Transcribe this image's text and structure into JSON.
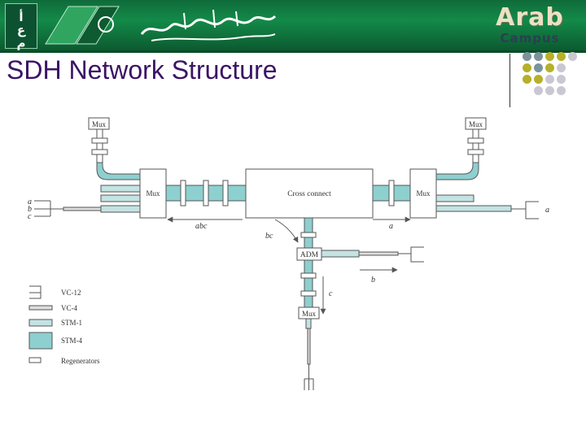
{
  "slide": {
    "title": "SDH Network Structure"
  },
  "header": {
    "logo_letters": [
      "ﺃ",
      "ﻉ",
      "ﻡ"
    ],
    "brand_word_1": "Arab",
    "brand_word_2": "Campus"
  },
  "colors": {
    "banner_green": "#138a48",
    "title_purple": "#3a1466",
    "stm_fill": "#8ecfcf",
    "stm_light": "#c4e3e3",
    "dot_olive": "#b6b02a",
    "dot_slate": "#7b939c",
    "dot_grey": "#c9c8d2"
  },
  "diagram": {
    "mux_top_left": "Mux",
    "mux_top_right": "Mux",
    "mux_left": "Mux",
    "mux_right": "Mux",
    "cross_connect": "Cross connect",
    "adm": "ADM",
    "mux_bottom": "Mux",
    "in_a": "a",
    "in_b": "b",
    "in_c": "c",
    "out_a": "a",
    "flow_abc": "abc",
    "flow_a": "a",
    "flow_bc": "bc",
    "flow_b": "b",
    "flow_c": "c"
  },
  "legend": [
    {
      "label": "VC-12"
    },
    {
      "label": "VC-4"
    },
    {
      "label": "STM-1"
    },
    {
      "label": "STM-4"
    },
    {
      "label": "Regenerators"
    }
  ]
}
